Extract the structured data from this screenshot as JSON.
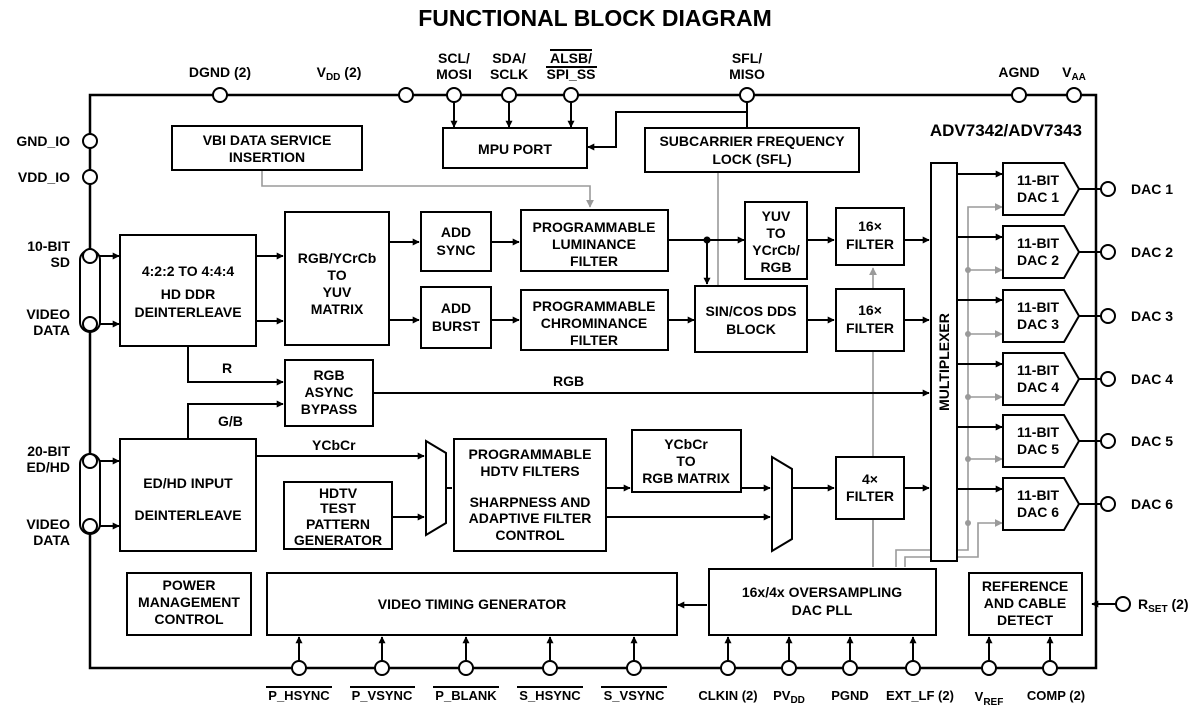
{
  "title": "FUNCTIONAL BLOCK DIAGRAM",
  "chip": "ADV7342/ADV7343",
  "pins_top": {
    "dgnd": "DGND (2)",
    "vdd_main": "V",
    "vdd_sub": "DD",
    "vdd_rest": " (2)",
    "scl1": "SCL/",
    "scl2": "MOSI",
    "sda1": "SDA/",
    "sda2": "SCLK",
    "alsb1": "ALSB/",
    "alsb2": "SPI_SS",
    "sfl1": "SFL/",
    "sfl2": "MISO",
    "agnd": "AGND",
    "vaa_main": "V",
    "vaa_sub": "AA"
  },
  "pins_left": {
    "gnd_io": "GND_IO",
    "vdd_io": "VDD_IO",
    "sd1": "10-BIT",
    "sd2": "SD",
    "vd1": "VIDEO",
    "vd2": "DATA",
    "hd1": "20-BIT",
    "hd2": "ED/HD",
    "vd3": "VIDEO",
    "vd4": "DATA"
  },
  "pins_right": {
    "dac1": "DAC 1",
    "dac2": "DAC 2",
    "dac3": "DAC 3",
    "dac4": "DAC 4",
    "dac5": "DAC 5",
    "dac6": "DAC 6",
    "rset_main": "R",
    "rset_sub": "SET",
    "rset_rest": " (2)"
  },
  "pins_bottom": {
    "p_hsync": "P_HSYNC",
    "p_vsync": "P_VSYNC",
    "p_blank": "P_BLANK",
    "s_hsync": "S_HSYNC",
    "s_vsync": "S_VSYNC",
    "clkin": "CLKIN (2)",
    "pvdd_main": "PV",
    "pvdd_sub": "DD",
    "pgnd": "PGND",
    "ext_lf": "EXT_LF (2)",
    "vref_main": "V",
    "vref_sub": "REF",
    "comp": "COMP (2)"
  },
  "blocks": {
    "vbi": [
      "VBI DATA SERVICE",
      "INSERTION"
    ],
    "mpu": [
      "MPU PORT"
    ],
    "sfl": [
      "SUBCARRIER FREQUENCY",
      "LOCK (SFL)"
    ],
    "ddr": [
      "4:2:2 TO 4:4:4",
      "HD DDR",
      "DEINTERLEAVE"
    ],
    "rgbm": [
      "RGB/YCrCb",
      "TO",
      "YUV",
      "MATRIX"
    ],
    "addsync": [
      "ADD",
      "SYNC"
    ],
    "addburst": [
      "ADD",
      "BURST"
    ],
    "luma": [
      "PROGRAMMABLE",
      "LUMINANCE",
      "FILTER"
    ],
    "chroma": [
      "PROGRAMMABLE",
      "CHROMINANCE",
      "FILTER"
    ],
    "yuv": [
      "YUV",
      "TO",
      "YCrCb/",
      "RGB"
    ],
    "sincos": [
      "SIN/COS DDS",
      "BLOCK"
    ],
    "f16a": [
      "16×",
      "FILTER"
    ],
    "f16b": [
      "16×",
      "FILTER"
    ],
    "async": [
      "RGB",
      "ASYNC",
      "BYPASS"
    ],
    "edhd": [
      "ED/HD INPUT",
      "DEINTERLEAVE"
    ],
    "hdtvtest": [
      "HDTV",
      "TEST",
      "PATTERN",
      "GENERATOR"
    ],
    "hdtvf": [
      "PROGRAMMABLE",
      "HDTV FILTERS",
      "SHARPNESS AND",
      "ADAPTIVE FILTER",
      "CONTROL"
    ],
    "ycbcr": [
      "YCbCr",
      "TO",
      "RGB MATRIX"
    ],
    "f4": [
      "4×",
      "FILTER"
    ],
    "mux": "MULTIPLEXER",
    "power": [
      "POWER",
      "MANAGEMENT",
      "CONTROL"
    ],
    "vtg": [
      "VIDEO TIMING GENERATOR"
    ],
    "pll": [
      "16x/4x OVERSAMPLING",
      "DAC PLL"
    ],
    "ref": [
      "REFERENCE",
      "AND CABLE",
      "DETECT"
    ],
    "dac1": [
      "11-BIT",
      "DAC 1"
    ],
    "dac2": [
      "11-BIT",
      "DAC 2"
    ],
    "dac3": [
      "11-BIT",
      "DAC 3"
    ],
    "dac4": [
      "11-BIT",
      "DAC 4"
    ],
    "dac5": [
      "11-BIT",
      "DAC 5"
    ],
    "dac6": [
      "11-BIT",
      "DAC 6"
    ]
  },
  "signals": {
    "r": "R",
    "gb": "G/B",
    "rgb": "RGB",
    "ycbcr": "YCbCr"
  },
  "colors": {
    "line": "#000000",
    "gray_line": "#9a9a9a"
  }
}
